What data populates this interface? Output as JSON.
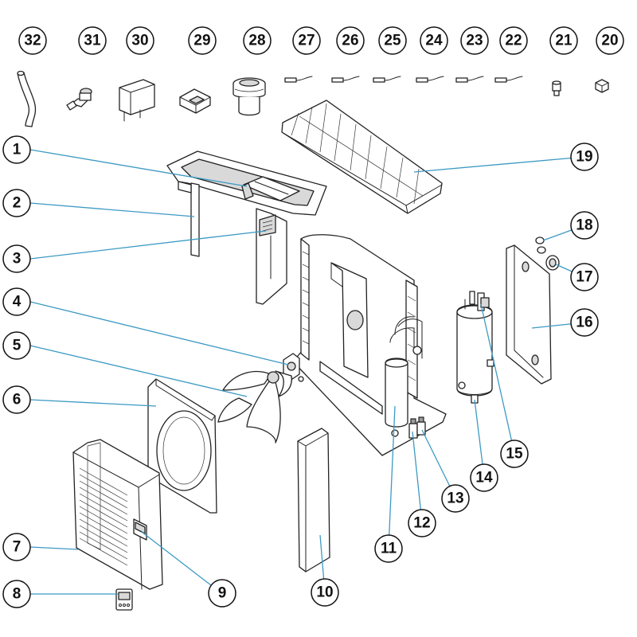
{
  "colors": {
    "leader_line": "#3d9ac4",
    "outline": "#222222",
    "background": "#ffffff"
  },
  "callouts": [
    {
      "number": "32"
    },
    {
      "number": "31"
    },
    {
      "number": "30"
    },
    {
      "number": "29"
    },
    {
      "number": "28"
    },
    {
      "number": "27"
    },
    {
      "number": "26"
    },
    {
      "number": "25"
    },
    {
      "number": "24"
    },
    {
      "number": "23"
    },
    {
      "number": "22"
    },
    {
      "number": "21"
    },
    {
      "number": "20"
    },
    {
      "number": "1"
    },
    {
      "number": "2"
    },
    {
      "number": "3"
    },
    {
      "number": "4"
    },
    {
      "number": "5"
    },
    {
      "number": "6"
    },
    {
      "number": "7"
    },
    {
      "number": "8"
    },
    {
      "number": "9"
    },
    {
      "number": "10"
    },
    {
      "number": "11"
    },
    {
      "number": "12"
    },
    {
      "number": "13"
    },
    {
      "number": "14"
    },
    {
      "number": "15"
    },
    {
      "number": "16"
    },
    {
      "number": "17"
    },
    {
      "number": "18"
    },
    {
      "number": "19"
    }
  ]
}
